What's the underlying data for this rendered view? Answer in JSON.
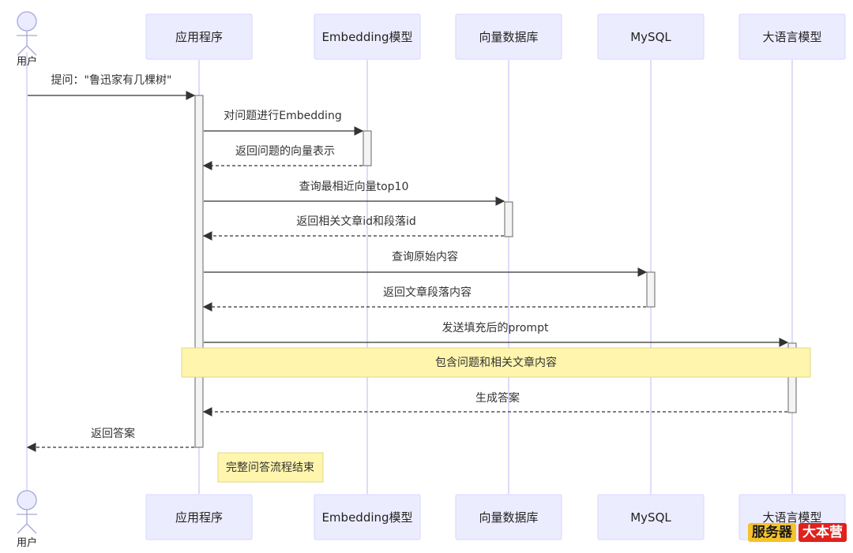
{
  "participants": [
    {
      "id": "user",
      "label": "用户",
      "kind": "actor"
    },
    {
      "id": "app",
      "label": "应用程序",
      "kind": "box"
    },
    {
      "id": "embed",
      "label": "Embedding模型",
      "kind": "box"
    },
    {
      "id": "vdb",
      "label": "向量数据库",
      "kind": "box"
    },
    {
      "id": "mysql",
      "label": "MySQL",
      "kind": "box"
    },
    {
      "id": "llm",
      "label": "大语言模型",
      "kind": "box"
    }
  ],
  "messages": [
    {
      "from": "user",
      "to": "app",
      "text": "提问：\"鲁迅家有几棵树\"",
      "style": "solid"
    },
    {
      "from": "app",
      "to": "embed",
      "text": "对问题进行Embedding",
      "style": "solid"
    },
    {
      "from": "embed",
      "to": "app",
      "text": "返回问题的向量表示",
      "style": "dashed"
    },
    {
      "from": "app",
      "to": "vdb",
      "text": "查询最相近向量top10",
      "style": "solid"
    },
    {
      "from": "vdb",
      "to": "app",
      "text": "返回相关文章id和段落id",
      "style": "dashed"
    },
    {
      "from": "app",
      "to": "mysql",
      "text": "查询原始内容",
      "style": "solid"
    },
    {
      "from": "mysql",
      "to": "app",
      "text": "返回文章段落内容",
      "style": "dashed"
    },
    {
      "from": "app",
      "to": "llm",
      "text": "发送填充后的prompt",
      "style": "solid"
    },
    {
      "from": "llm",
      "to": "app",
      "text": "生成答案",
      "style": "dashed"
    },
    {
      "from": "app",
      "to": "user",
      "text": "返回答案",
      "style": "dashed"
    }
  ],
  "notes": [
    {
      "over": [
        "app",
        "llm"
      ],
      "text": "包含问题和相关文章内容"
    },
    {
      "right_of": "app",
      "text": "完整问答流程结束"
    }
  ],
  "watermark": {
    "part1": "服务器",
    "part2": "大本营"
  }
}
